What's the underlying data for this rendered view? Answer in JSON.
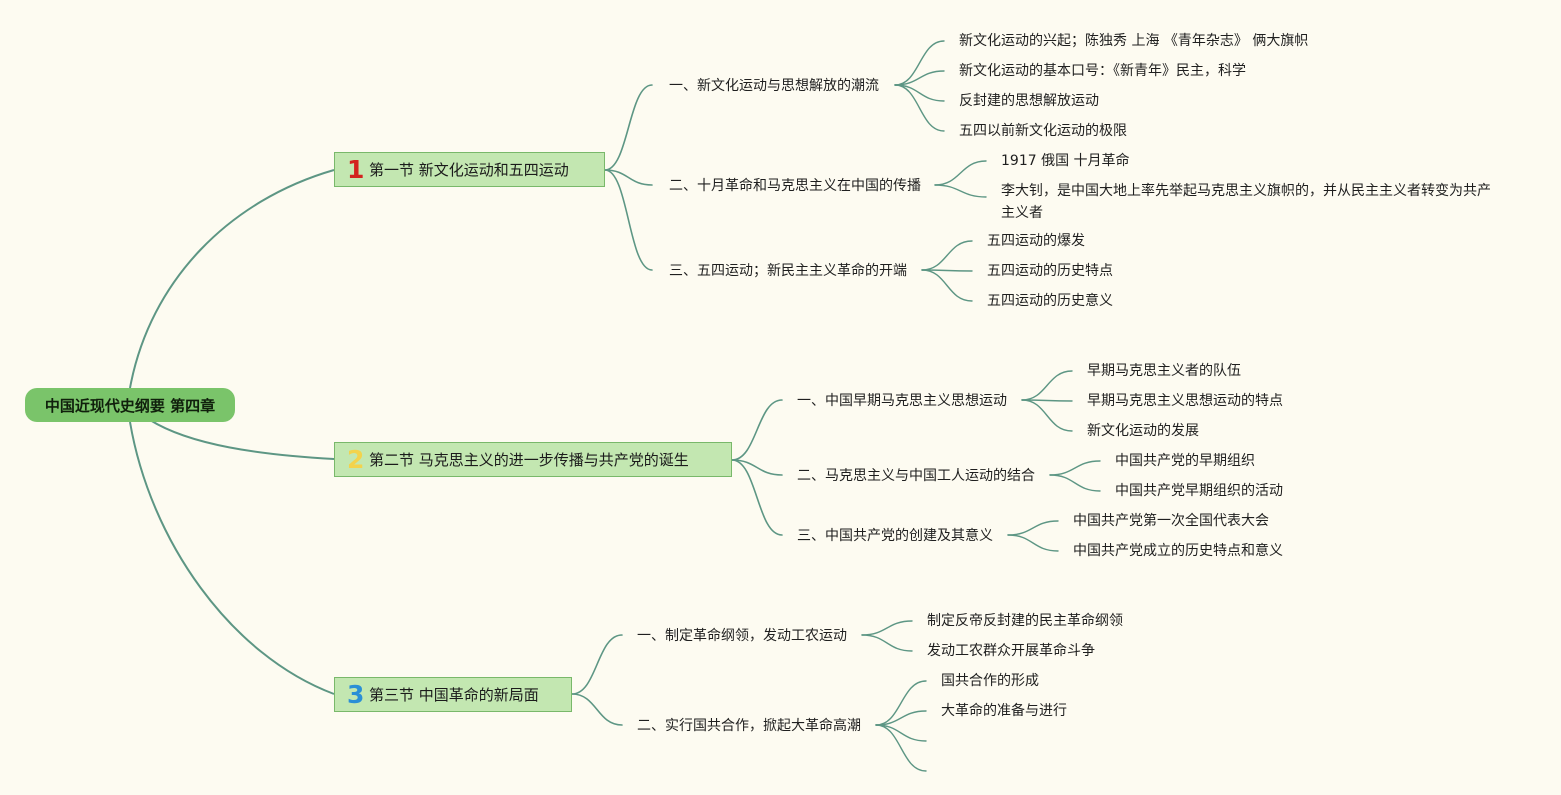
{
  "root": {
    "label": "中国近现代史纲要 第四章"
  },
  "sections": [
    {
      "num": "1",
      "num_color": "#d3231f",
      "label": "第一节 新文化运动和五四运动",
      "topics": [
        {
          "label": "一、新文化运动与思想解放的潮流",
          "items": [
            "新文化运动的兴起；陈独秀 上海 《青年杂志》 俩大旗帜",
            "新文化运动的基本口号：《新青年》民主，科学",
            "反封建的思想解放运动",
            "五四以前新文化运动的极限"
          ]
        },
        {
          "label": "二、十月革命和马克思主义在中国的传播",
          "items": [
            "1917 俄国 十月革命",
            "李大钊，是中国大地上率先举起马克思主义旗帜的，并从民主主义者转变为共产主义者"
          ]
        },
        {
          "label": "三、五四运动；新民主主义革命的开端",
          "items": [
            "五四运动的爆发",
            "五四运动的历史特点",
            "五四运动的历史意义"
          ]
        }
      ]
    },
    {
      "num": "2",
      "num_color": "#f3d34c",
      "label": "第二节 马克思主义的进一步传播与共产党的诞生",
      "topics": [
        {
          "label": "一、中国早期马克思主义思想运动",
          "items": [
            "早期马克思主义者的队伍",
            "早期马克思主义思想运动的特点",
            "新文化运动的发展"
          ]
        },
        {
          "label": "二、马克思主义与中国工人运动的结合",
          "items": [
            "中国共产党的早期组织",
            "中国共产党早期组织的活动"
          ]
        },
        {
          "label": "三、中国共产党的创建及其意义",
          "items": [
            "中国共产党第一次全国代表大会",
            "中国共产党成立的历史特点和意义"
          ]
        }
      ]
    },
    {
      "num": "3",
      "num_color": "#2b8fd6",
      "label": "第三节 中国革命的新局面",
      "topics": [
        {
          "label": "一、制定革命纲领，发动工农运动",
          "items": [
            "制定反帝反封建的民主革命纲领",
            "发动工农群众开展革命斗争"
          ]
        },
        {
          "label": "二、实行国共合作，掀起大革命高潮",
          "items": [
            "国共合作的形成",
            "大革命的准备与进行",
            "",
            ""
          ]
        }
      ]
    }
  ],
  "colors": {
    "line": "#5d9684",
    "root_bg": "#7ac46a",
    "section_bg": "#c3e7b1",
    "background": "#fdfbf1"
  }
}
